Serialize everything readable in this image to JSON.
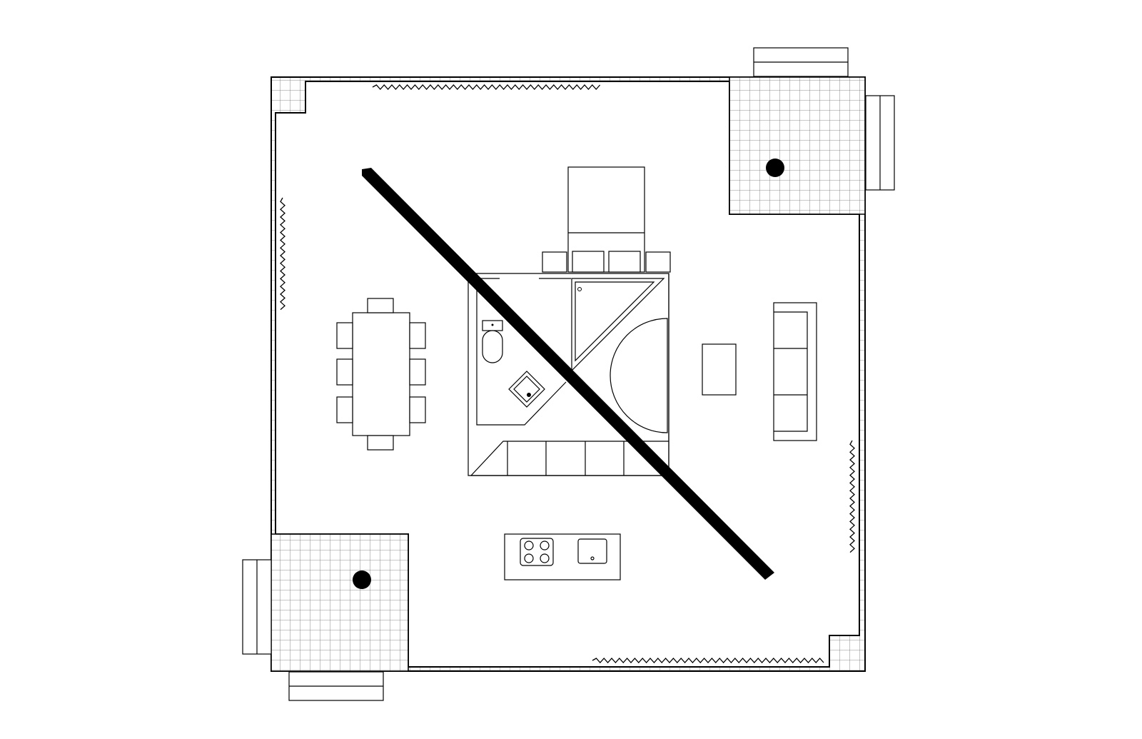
{
  "image": {
    "subject": "floor-plan",
    "background_color": "#ffffff",
    "line_color": "#000000",
    "tile_grid_color": "#6b6b6b"
  },
  "plan_elements": [
    "outer-wall",
    "terrace-top-right",
    "terrace-bottom-left",
    "diagonal-wall",
    "dining-table",
    "dining-chairs",
    "bed",
    "nightstands",
    "bathroom-core",
    "toilet",
    "sink",
    "triangular-shower",
    "semicircle-wall",
    "wardrobe",
    "coffee-table",
    "sofa",
    "kitchen-island",
    "cooktop",
    "kitchen-sink",
    "columns",
    "curtains",
    "outdoor-benches"
  ]
}
